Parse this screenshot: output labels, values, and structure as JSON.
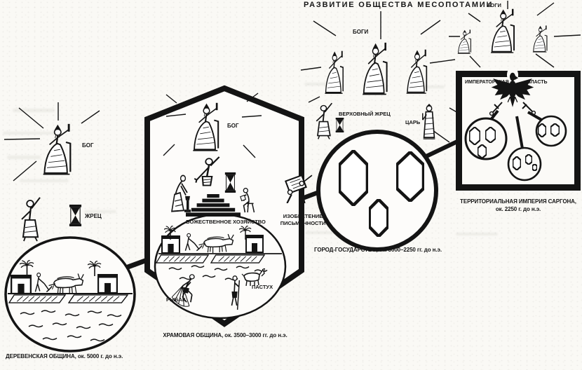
{
  "title": "РАЗВИТИЕ ОБЩЕСТВА МЕСОПОТАМИИ",
  "colors": {
    "ink": "#141414",
    "paper": "#faf9f5"
  },
  "icons": {
    "hourglass": "hourglass",
    "eagle": "imperial-eagle",
    "swords": "crossed-swords",
    "writing_tablet": "writing-tablet-and-stylus"
  },
  "stages": [
    {
      "id": "village",
      "caption": "ДЕРЕВЕНСКАЯ ОБЩИНА, ок. 5000 г. до н.э.",
      "labels": {
        "god": "БОГ",
        "priest": "ЖРЕЦ"
      }
    },
    {
      "id": "temple",
      "caption": "ХРАМОВАЯ ОБЩИНА, ок. 3500–3000 гг. до н.э.",
      "labels": {
        "god": "БОГ",
        "economy": "БОЖЕСТВЕННОЕ ХОЗЯЙСТВО",
        "fisherman": "РЫБАК",
        "shepherd": "ПАСТУХ"
      }
    },
    {
      "id": "city-state",
      "caption": "ГОРОД-ГОСУДАРСТВО, ок. 3000–2250 гг. до н.э.",
      "labels": {
        "gods": "БОГИ",
        "high_priest": "ВЕРХОВНЫЙ ЖРЕЦ",
        "king": "ЦАРЬ"
      }
    },
    {
      "id": "empire",
      "caption_line1": "ТЕРРИТОРИАЛЬНАЯ ИМПЕРИЯ САРГОНА,",
      "caption_line2": "ок. 2250 г. до н.э.",
      "labels": {
        "gods": "БОГИ",
        "imperial_power": "ИМПЕРАТОРСКАЯ ВЛАСТЬ"
      }
    }
  ],
  "connectors": {
    "invention_line1": "ИЗОБРЕТЕНИЕ",
    "invention_line2": "ПИСЬМЕННОСТИ"
  }
}
